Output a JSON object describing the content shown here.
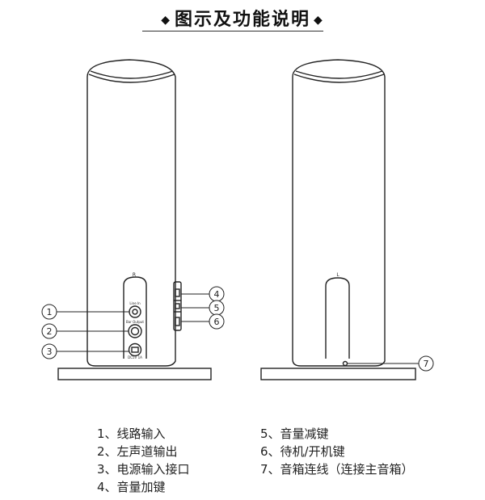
{
  "title": "图示及功能说明",
  "title_dot": "◆",
  "speaker_right": {
    "label": "R",
    "jack_labels": [
      "Line In",
      "Bar Output",
      "DC5V 1A"
    ]
  },
  "speaker_left": {
    "label": "L"
  },
  "callouts": [
    "1",
    "2",
    "3",
    "4",
    "5",
    "6",
    "7"
  ],
  "legend": {
    "left": [
      "1、线路输入",
      "2、左声道输出",
      "3、电源输入接口",
      "4、音量加键"
    ],
    "right": [
      "5、音量减键",
      "6、待机/开机键",
      "7、音箱连线（连接主音箱）"
    ]
  }
}
